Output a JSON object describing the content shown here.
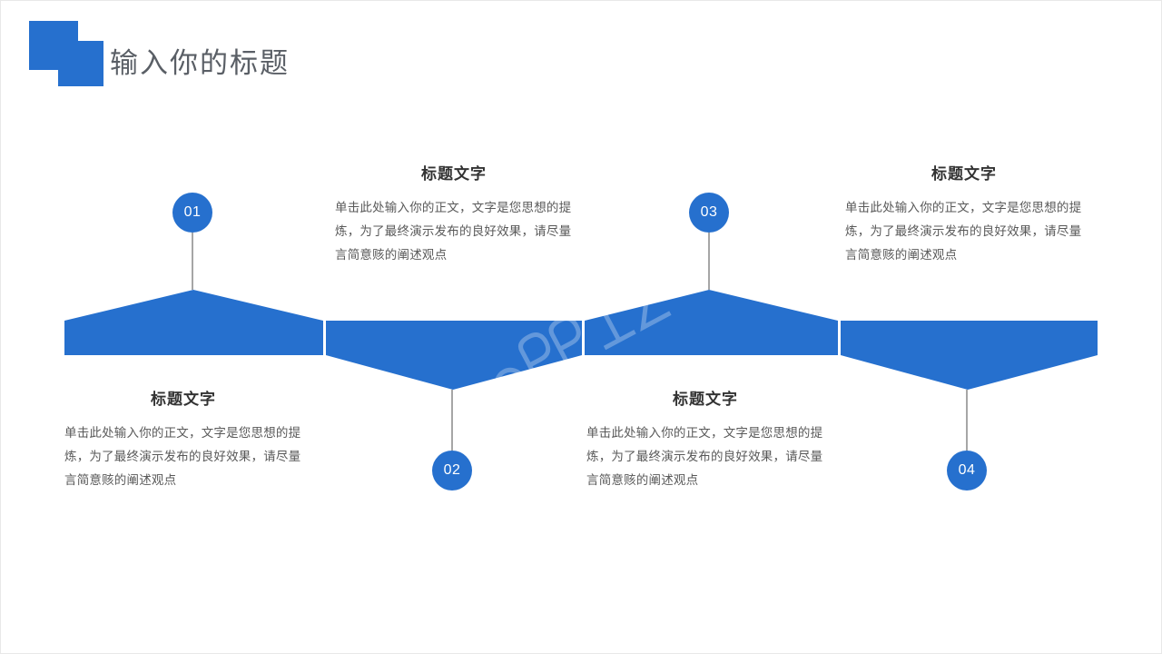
{
  "slide": {
    "title": "输入你的标题",
    "accent_color": "#2670CE",
    "title_color": "#5a5f66",
    "background": "#ffffff",
    "connector_color": "#a6a6a6",
    "watermark_text": "ppt宝藏"
  },
  "items": [
    {
      "number": "01",
      "title": "标题文字",
      "body": "单击此处输入你的正文，文字是您思想的提炼，为了最终演示发布的良好效果，请尽量言简意赅的阐述观点",
      "position": "below"
    },
    {
      "number": "02",
      "title": "标题文字",
      "body": "单击此处输入你的正文，文字是您思想的提炼，为了最终演示发布的良好效果，请尽量言简意赅的阐述观点",
      "position": "above"
    },
    {
      "number": "03",
      "title": "标题文字",
      "body": "单击此处输入你的正文，文字是您思想的提炼，为了最终演示发布的良好效果，请尽量言简意赅的阐述观点",
      "position": "below"
    },
    {
      "number": "04",
      "title": "标题文字",
      "body": "单击此处输入你的正文，文字是您思想的提炼，为了最终演示发布的良好效果，请尽量言简意赅的阐述观点",
      "position": "above"
    }
  ]
}
